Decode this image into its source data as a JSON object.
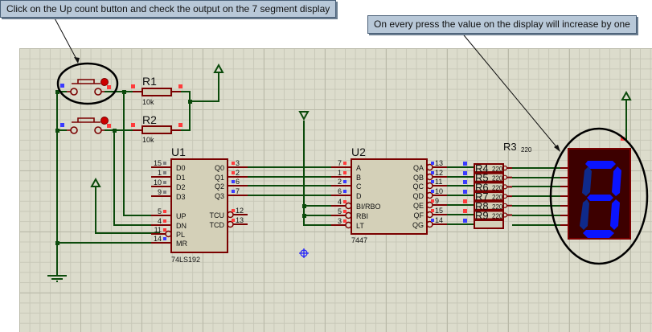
{
  "callouts": {
    "instruction": "Click on the Up count button and check the output on the 7 segment display",
    "explanation": "On  every press the value on the display will increase by one"
  },
  "resistors": {
    "r1": {
      "ref": "R1",
      "value": "10k"
    },
    "r2": {
      "ref": "R2",
      "value": "10k"
    },
    "r3": {
      "ref": "R3",
      "value": "220"
    },
    "pack": [
      {
        "ref": "R4",
        "value": "220"
      },
      {
        "ref": "R5",
        "value": "220"
      },
      {
        "ref": "R6",
        "value": "220"
      },
      {
        "ref": "R7",
        "value": "220"
      },
      {
        "ref": "R8",
        "value": "220"
      },
      {
        "ref": "R9",
        "value": "220"
      }
    ]
  },
  "u1": {
    "ref": "U1",
    "part": "74LS192",
    "left_pins": [
      {
        "num": "15",
        "name": "D0",
        "state": "gray"
      },
      {
        "num": "1",
        "name": "D1",
        "state": "gray"
      },
      {
        "num": "10",
        "name": "D2",
        "state": "gray"
      },
      {
        "num": "9",
        "name": "D3",
        "state": "gray"
      },
      {
        "num": "5",
        "name": "UP",
        "state": "high"
      },
      {
        "num": "4",
        "name": "DN",
        "state": "high"
      },
      {
        "num": "11",
        "name": "PL",
        "state": "high"
      },
      {
        "num": "14",
        "name": "MR",
        "state": "low"
      }
    ],
    "right_pins": [
      {
        "num": "3",
        "name": "Q0",
        "state": "high"
      },
      {
        "num": "2",
        "name": "Q1",
        "state": "high"
      },
      {
        "num": "6",
        "name": "Q2",
        "state": "low"
      },
      {
        "num": "7",
        "name": "Q3",
        "state": "low"
      },
      {
        "num": "12",
        "name": "TCU",
        "state": "high"
      },
      {
        "num": "13",
        "name": "TCD",
        "state": "high"
      }
    ]
  },
  "u2": {
    "ref": "U2",
    "part": "7447",
    "left_pins": [
      {
        "num": "7",
        "name": "A",
        "state": "high"
      },
      {
        "num": "1",
        "name": "B",
        "state": "high"
      },
      {
        "num": "2",
        "name": "C",
        "state": "low"
      },
      {
        "num": "6",
        "name": "D",
        "state": "low"
      },
      {
        "num": "4",
        "name": "BI/RBO",
        "state": "high"
      },
      {
        "num": "5",
        "name": "RBI",
        "state": "high"
      },
      {
        "num": "3",
        "name": "LT",
        "state": "high"
      }
    ],
    "right_pins": [
      {
        "num": "13",
        "name": "QA",
        "state": "low"
      },
      {
        "num": "12",
        "name": "QB",
        "state": "low"
      },
      {
        "num": "11",
        "name": "QC",
        "state": "low"
      },
      {
        "num": "10",
        "name": "QD",
        "state": "low"
      },
      {
        "num": "9",
        "name": "QE",
        "state": "high"
      },
      {
        "num": "15",
        "name": "QF",
        "state": "high"
      },
      {
        "num": "14",
        "name": "QG",
        "state": "low"
      }
    ]
  },
  "display": {
    "digit": "3",
    "segments_on": [
      "a",
      "b",
      "c",
      "d",
      "g"
    ],
    "segments_dim": [
      "e",
      "f"
    ]
  },
  "colors": {
    "wire": "#0b4a0b",
    "component": "#7a0000",
    "body_fill": "#d4d0b8",
    "pin_high": "#ff3b3b",
    "pin_low": "#3b3bff",
    "pin_unknown": "#808080",
    "segment_on": "#0a14ff",
    "segment_dim": "#0f2a8a",
    "display_bg": "#3d0000"
  }
}
